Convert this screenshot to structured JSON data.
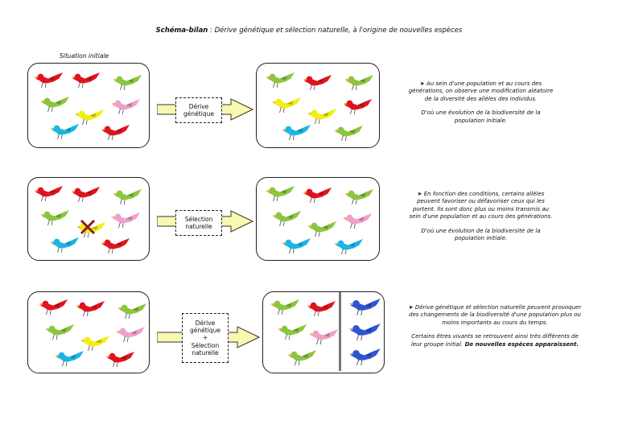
{
  "title": {
    "bold": "Schéma-bilan",
    "rest": " : Dérive génétique et sélection naturelle, à l'origine de nouvelles espèces"
  },
  "initial_label": "Situation initiale",
  "colors": {
    "red": "#e0141e",
    "green": "#8cc63f",
    "yellow": "#f2ee10",
    "pink": "#f0a0c8",
    "cyan": "#1ab6e6",
    "blue": "#2f55d4",
    "arrow_fill": "#f8f8b0"
  },
  "row1": {
    "label_lines": [
      "Dérive",
      "génétique"
    ],
    "text_p1": "➤ Au sein d'une population et au cours des générations, on observe une modification aléatoire de la diversité des allèles des individus.",
    "text_p2": "D'où une évolution de la biodiversité de la population initiale."
  },
  "row2": {
    "label_lines": [
      "Sélection",
      "naturelle"
    ],
    "text_p1": "➤ En fonction des conditions, certains allèles peuvent favoriser ou défavoriser ceux qui les portent. Ils sont donc plus ou moins transmis au sein d'une population et au cours des générations.",
    "text_p2": "D'où une évolution de la biodiversité de la population initiale."
  },
  "row3": {
    "label_lines": [
      "Dérive",
      "génétique",
      "+",
      "Sélection",
      "naturelle"
    ],
    "text_p1": "➤ Dérive génétique et sélection naturelle peuvent provoquer des changements de la biodiversité d'une population plus ou moins importants au cours du temps.",
    "text_p2": "Certains êtres vivants se retrouvent ainsi très différents de leur groupe initial.",
    "text_p2_bold": " De nouvelles espèces apparaissent."
  }
}
